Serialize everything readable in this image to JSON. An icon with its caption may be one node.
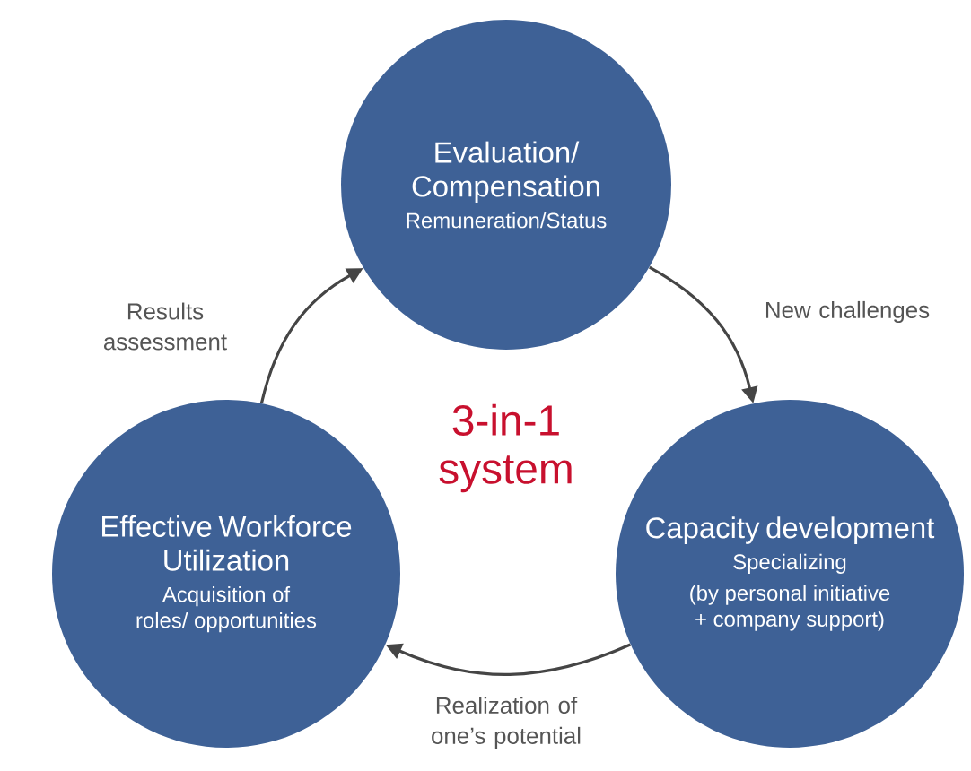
{
  "diagram": {
    "nodes": [
      {
        "text": [
          "Evaluation/ Compensation",
          "Remuneration/Status"
        ]
      },
      {
        "text": [
          "Capacity development",
          "Specializing",
          "(by personal initiative + company support)"
        ]
      },
      {
        "text": [
          "Effective Workforce Utilization",
          "Acquisition of roles/ opportunities"
        ]
      }
    ],
    "edges": [
      {
        "from": 0,
        "to": 1,
        "arrow": "to",
        "label": "New challenges"
      },
      {
        "from": 1,
        "to": 2,
        "arrow": "to",
        "label": "Realization of one’s potential"
      },
      {
        "from": 2,
        "to": 0,
        "arrow": "to",
        "label": "Results assessment"
      }
    ],
    "labels": [
      "3-in-1 system"
    ]
  }
}
